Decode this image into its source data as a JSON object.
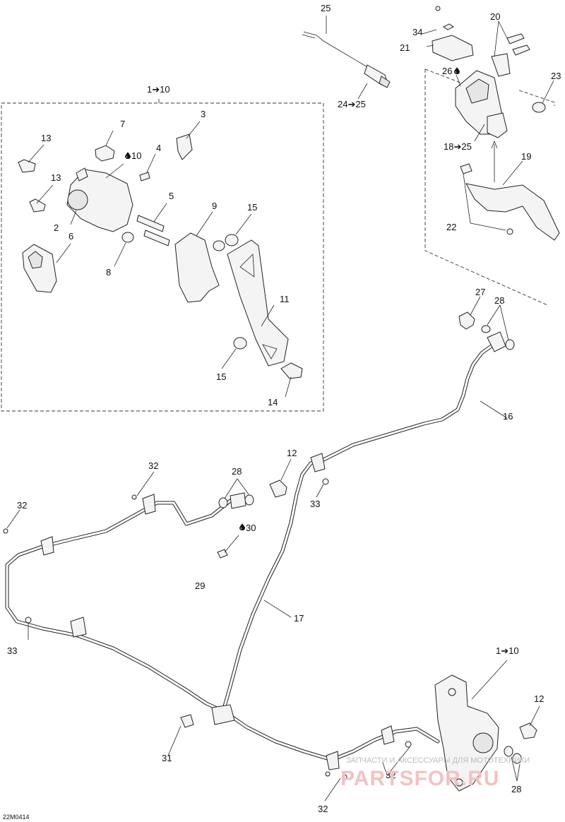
{
  "callouts": {
    "c1_10_top": "1➔10",
    "c1_10_bot": "1➔10",
    "c2": "2",
    "c3": "3",
    "c4": "4",
    "c5": "5",
    "c6": "6",
    "c7": "7",
    "c8": "8",
    "c9": "9",
    "c10": "10",
    "c11": "11",
    "c12a": "12",
    "c12b": "12",
    "c13a": "13",
    "c13b": "13",
    "c14": "14",
    "c15a": "15",
    "c15b": "15",
    "c16": "16",
    "c17": "17",
    "c18_25": "18➔25",
    "c19": "19",
    "c20": "20",
    "c21": "21",
    "c22": "22",
    "c23": "23",
    "c24_25": "24➔25",
    "c25": "25",
    "c26": "26",
    "c27": "27",
    "c28a": "28",
    "c28b": "28",
    "c28c": "28",
    "c29": "29",
    "c30": "30",
    "c31": "31",
    "c32a": "32",
    "c32b": "32",
    "c32c": "32",
    "c32d": "32",
    "c33a": "33",
    "c33b": "33",
    "c34": "34"
  },
  "figure_code": "22M0414",
  "watermark": {
    "line1": "ЗАПЧАСТИ И АКСЕССУАРЫ ДЛЯ МОТОТЕХНИКИ",
    "line2": "PARTSFOR.RU"
  },
  "icons": {
    "drop": "oil-drop-icon"
  }
}
